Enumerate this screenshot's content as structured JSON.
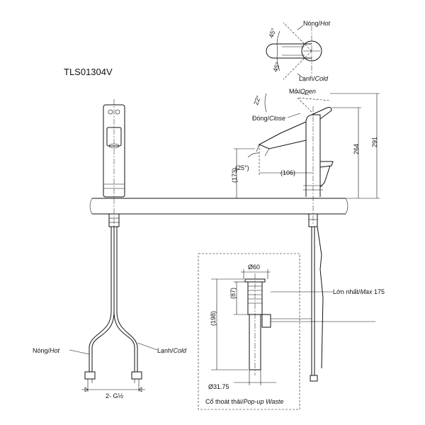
{
  "model": "TLS01304V",
  "handle_plan": {
    "hot_vi": "Nóng/",
    "hot_en": "Hot",
    "cold_vi": "Lạnh/",
    "cold_en": "Cold",
    "angle_top": "45°",
    "angle_bottom": "45°"
  },
  "side_view": {
    "open_vi": "Mở/",
    "open_en": "Open",
    "close_vi": "Đóng/",
    "close_en": "Close",
    "handle_angle": "22°",
    "spout_angle": "(25°)",
    "spout_reach": "(106)",
    "spout_height": "(173)",
    "handle_height": "264",
    "total_height": "291"
  },
  "supply": {
    "hot_vi": "Nóng/",
    "hot_en": "Hot",
    "cold_vi": "Lạnh/",
    "cold_en": "Cold",
    "connection": "2- G½"
  },
  "waste": {
    "diameter_top": "Ø60",
    "height_upper": "(87)",
    "height_total": "(198)",
    "diameter_tail": "Ø31.75",
    "max_vi": "Lớn nhất/",
    "max_en": "Max",
    "max_value": "175",
    "caption_vi": "Cổ thoát thải/",
    "caption_en": "Pop-up Waste"
  }
}
